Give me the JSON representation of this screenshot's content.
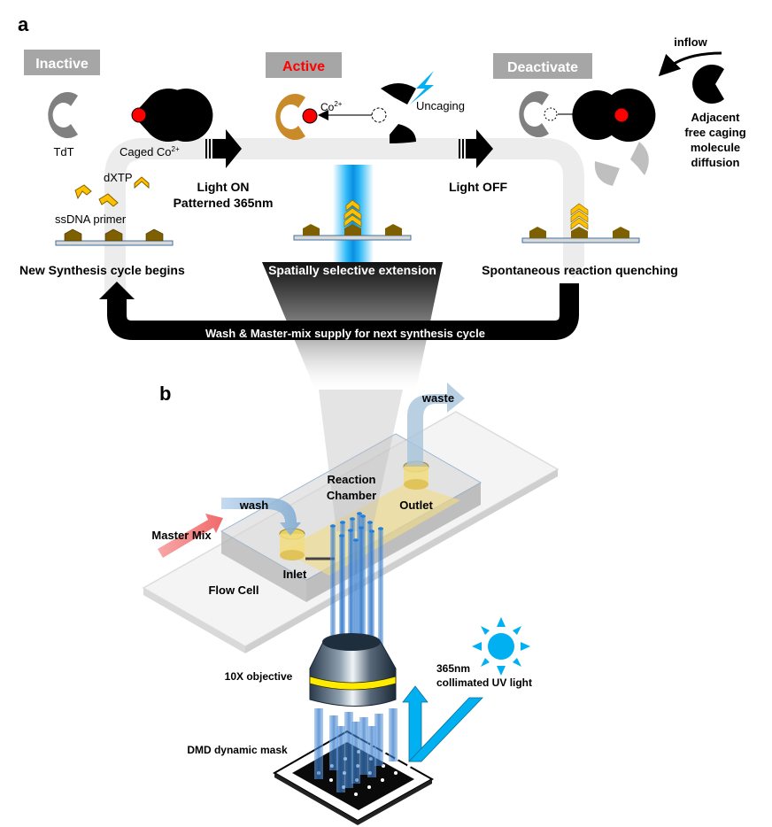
{
  "panel_a": {
    "letter": "a",
    "stages": {
      "inactive": "Inactive",
      "active": "Active",
      "deactivate": "Deactivate"
    },
    "labels": {
      "tdt": "TdT",
      "caged_co": "Caged Co",
      "caged_co_sup": "2+",
      "dxtp": "dXTP",
      "ssdna_primer": "ssDNA primer",
      "co_free": "Co",
      "co_free_sup": "2+",
      "uncaging": "Uncaging",
      "light_on_1": "Light ON",
      "light_on_2": "Patterned 365nm",
      "light_off": "Light OFF",
      "inflow": "inflow",
      "adjacent": [
        "Adjacent",
        "free caging",
        "molecule",
        "diffusion"
      ]
    },
    "captions": {
      "new_cycle": "New Synthesis cycle begins",
      "selective": "Spatially selective extension",
      "quenching": "Spontaneous reaction quenching",
      "wash_loop": "Wash & Master-mix supply for next  synthesis cycle"
    },
    "colors": {
      "stage_box": "#a6a6a6",
      "active_text": "#ff0000",
      "dxtp": "#ffc000",
      "primer": "#7f6000",
      "uv_blue": "#00b0f0",
      "tdt_inactive": "#808080",
      "tdt_active": "#c98a2a",
      "cobalt": "#ff0000"
    }
  },
  "panel_b": {
    "letter": "b",
    "labels": {
      "waste": "waste",
      "wash": "wash",
      "master_mix": "Master Mix",
      "reaction_chamber_1": "Reaction",
      "reaction_chamber_2": "Chamber",
      "outlet": "Outlet",
      "inlet": "Inlet",
      "flow_cell": "Flow Cell",
      "objective": "10X objective",
      "uv_1": "365nm",
      "uv_2": "collimated UV light",
      "dmd": "DMD dynamic mask"
    }
  }
}
